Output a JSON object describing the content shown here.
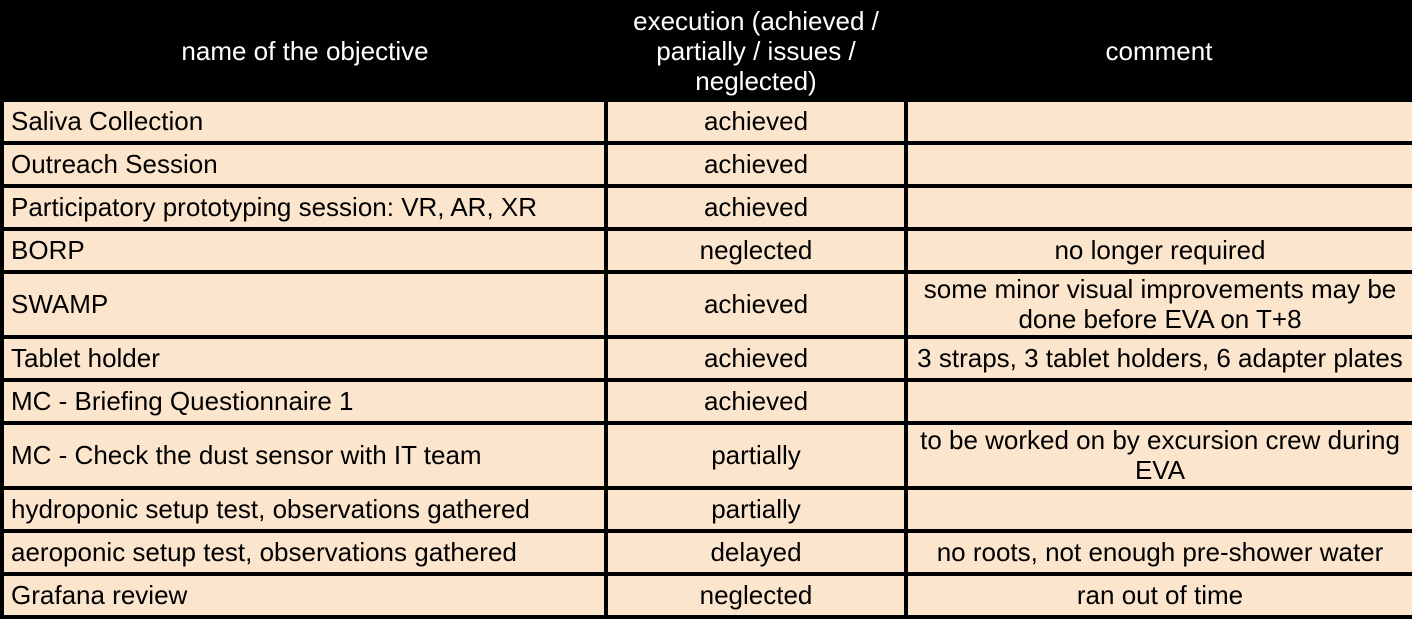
{
  "table": {
    "columns": [
      {
        "label": "name of the objective"
      },
      {
        "label": "execution (achieved / partially / issues / neglected)"
      },
      {
        "label": "comment"
      }
    ],
    "rows": [
      {
        "name": "Saliva Collection",
        "execution": "achieved",
        "comment": ""
      },
      {
        "name": "Outreach Session",
        "execution": "achieved",
        "comment": ""
      },
      {
        "name": "Participatory prototyping session: VR, AR, XR",
        "execution": "achieved",
        "comment": ""
      },
      {
        "name": "BORP",
        "execution": "neglected",
        "comment": "no longer required"
      },
      {
        "name": "SWAMP",
        "execution": "achieved",
        "comment": "some minor visual improvements may be done before EVA on T+8"
      },
      {
        "name": "Tablet holder",
        "execution": "achieved",
        "comment": "3 straps, 3 tablet holders, 6 adapter plates"
      },
      {
        "name": "MC - Briefing Questionnaire 1",
        "execution": "achieved",
        "comment": ""
      },
      {
        "name": "MC - Check the dust sensor with IT team",
        "execution": "partially",
        "comment": "to be worked on by excursion crew during EVA"
      },
      {
        "name": "hydroponic setup test, observations gathered",
        "execution": "partially",
        "comment": ""
      },
      {
        "name": "aeroponic setup test, observations gathered",
        "execution": "delayed",
        "comment": "no roots, not enough pre-shower water"
      },
      {
        "name": "Grafana review",
        "execution": "neglected",
        "comment": "ran out of time"
      }
    ],
    "colors": {
      "header_bg": "#000000",
      "header_text": "#ffffff",
      "cell_bg": "#fce5cd",
      "cell_text": "#000000",
      "border": "#000000"
    }
  }
}
